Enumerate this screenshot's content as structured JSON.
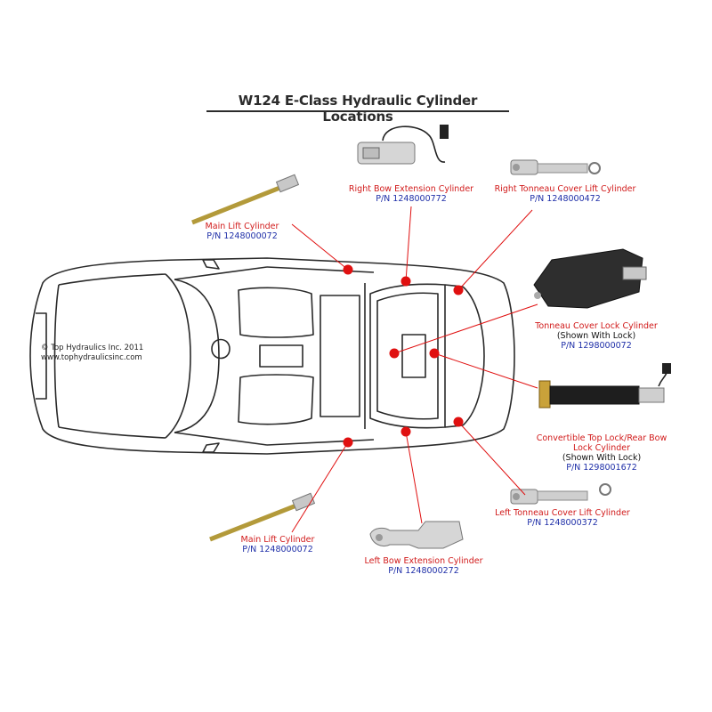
{
  "title": "W124 E-Class Hydraulic Cylinder Locations",
  "copyright": {
    "line1": "© Top Hydraulics Inc. 2011",
    "line2": "www.tophydraulicsinc.com"
  },
  "parts": [
    {
      "key": "right-bow",
      "name": "Right Bow Extension Cylinder",
      "pn": "P/N 1248000772"
    },
    {
      "key": "right-tonneau",
      "name": "Right Tonneau Cover Lift Cylinder",
      "pn": "P/N 1248000472"
    },
    {
      "key": "main-lift-top",
      "name": "Main Lift Cylinder",
      "pn": "P/N 1248000072"
    },
    {
      "key": "tonneau-lock",
      "name": "Tonneau Cover Lock Cylinder",
      "sub": "(Shown With Lock)",
      "pn": "P/N 1298000072"
    },
    {
      "key": "top-lock",
      "name": "Convertible Top Lock/Rear Bow",
      "name2": "Lock Cylinder",
      "sub": "(Shown With Lock)",
      "pn": "P/N 1298001672"
    },
    {
      "key": "left-tonneau",
      "name": "Left Tonneau Cover Lift Cylinder",
      "pn": "P/N 1248000372"
    },
    {
      "key": "main-lift-bottom",
      "name": "Main Lift Cylinder",
      "pn": "P/N 1248000072"
    },
    {
      "key": "left-bow",
      "name": "Left Bow Extension Cylinder",
      "pn": "P/N 1248000272"
    }
  ],
  "colors": {
    "marker": "#e01010",
    "leader": "#e01010",
    "name_text": "#d11a1a",
    "pn_text": "#1f2fa8"
  }
}
